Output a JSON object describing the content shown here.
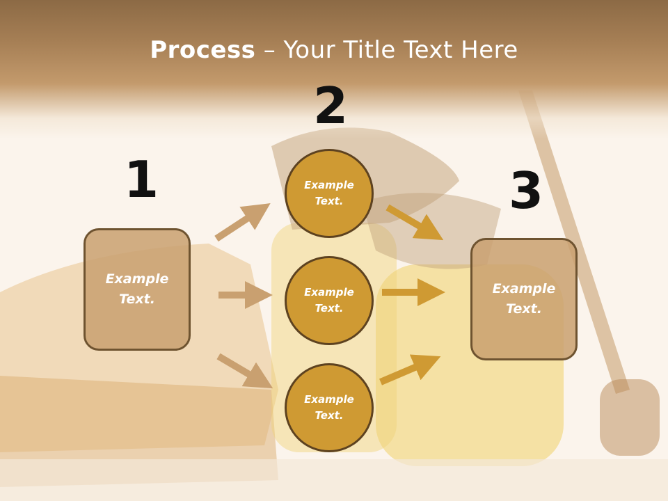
{
  "title": {
    "bold": "Process",
    "rest": " – Your Title Text Here"
  },
  "steps": [
    {
      "number": "1",
      "text_line1": "Example",
      "text_line2": "Text."
    },
    {
      "number": "2",
      "text_line1": "Example",
      "text_line2": "Text."
    },
    {
      "number": "3",
      "text_line1": "Example",
      "text_line2": "Text."
    }
  ],
  "circles": [
    {
      "text_line1": "Example",
      "text_line2": "Text."
    },
    {
      "text_line1": "Example",
      "text_line2": "Text."
    },
    {
      "text_line1": "Example",
      "text_line2": "Text."
    }
  ],
  "colors": {
    "title_band": "#a67f55",
    "box_fill": "#c9a070",
    "circle_fill": "#cf9a33",
    "left_arrows": "#c9a070",
    "right_arrows": "#cf9a33"
  }
}
